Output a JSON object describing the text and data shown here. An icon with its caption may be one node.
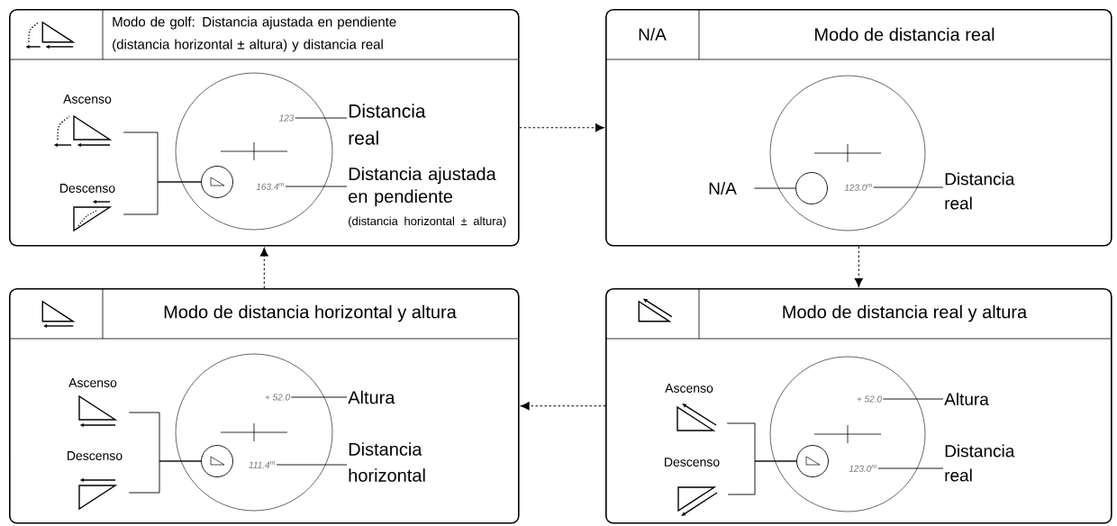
{
  "diagram": {
    "nodes": [
      {
        "text": [
          "Modo de golf: Distancia ajustada en pendiente (distancia horizontal ± altura) y distancia real"
        ]
      },
      {
        "text": [],
        "shape": "picture",
        "beside": [
          "Ascenso"
        ],
        "in": 0
      },
      {
        "text": [],
        "shape": "picture",
        "beside": [
          "Descenso"
        ],
        "in": 0
      },
      {
        "text": [],
        "shape": "circle",
        "in": 0
      },
      {
        "text": [
          "123"
        ],
        "in": 0
      },
      {
        "text": [
          "163.4$^{m}$"
        ],
        "in": 0
      },
      {
        "text": [
          "Distancia real"
        ],
        "in": 0
      },
      {
        "text": [
          "Distancia ajustada en pendiente",
          "(distancia horizontal ± altura)"
        ],
        "in": 0
      },
      {
        "text": [
          "N/A",
          "Modo de distancia real"
        ]
      },
      {
        "text": [
          "N/A"
        ],
        "in": 8
      },
      {
        "text": [],
        "shape": "circle",
        "in": 8
      },
      {
        "text": [
          "123.0$^{m}$"
        ],
        "in": 8
      },
      {
        "text": [
          "Distancia real"
        ],
        "in": 8
      },
      {
        "text": [
          "Modo de distancia horizontal y altura"
        ]
      },
      {
        "text": [],
        "shape": "picture",
        "beside": [
          "Ascenso"
        ],
        "in": 13
      },
      {
        "text": [],
        "shape": "picture",
        "beside": [
          "Descenso"
        ],
        "in": 13
      },
      {
        "text": [],
        "shape": "circle",
        "in": 13
      },
      {
        "text": [
          "+ 52.0"
        ],
        "in": 13
      },
      {
        "text": [
          "111.4$^{m}$"
        ],
        "in": 13
      },
      {
        "text": [
          "Altura"
        ],
        "in": 13
      },
      {
        "text": [
          "Distancia horizontal"
        ],
        "in": 13
      },
      {
        "text": [
          "Modo de distancia real y altura"
        ]
      },
      {
        "text": [],
        "shape": "picture",
        "beside": [
          "Ascenso"
        ],
        "in": 21
      },
      {
        "text": [],
        "shape": "picture",
        "beside": [
          "Descenso"
        ],
        "in": 21
      },
      {
        "text": [],
        "shape": "circle",
        "in": 21
      },
      {
        "text": [
          "+ 52.0"
        ],
        "in": 21
      },
      {
        "text": [
          "123.0$^{m}$"
        ],
        "in": 21
      },
      {
        "text": [
          "Altura"
        ],
        "in": 21
      },
      {
        "text": [
          "Distancia real"
        ],
        "in": 21
      }
    ],
    "edges": [
      {
        "from": 0,
        "to": 8,
        "arrow": "to",
        "style": "dashed"
      },
      {
        "from": 8,
        "to": 21,
        "arrow": "to",
        "style": "dashed"
      },
      {
        "from": 21,
        "to": 13,
        "arrow": "to",
        "style": "dashed"
      },
      {
        "from": 13,
        "to": 0,
        "arrow": "to",
        "style": "dashed"
      },
      {
        "from": 1,
        "to": 3,
        "arrow": "none"
      },
      {
        "from": 2,
        "to": 3,
        "arrow": "none"
      },
      {
        "from": 4,
        "to": 6,
        "arrow": "none"
      },
      {
        "from": 5,
        "to": 7,
        "arrow": "none"
      },
      {
        "from": 9,
        "to": 10,
        "arrow": "none"
      },
      {
        "from": 11,
        "to": 12,
        "arrow": "none"
      },
      {
        "from": 14,
        "to": 16,
        "arrow": "none"
      },
      {
        "from": 15,
        "to": 16,
        "arrow": "none"
      },
      {
        "from": 17,
        "to": 19,
        "arrow": "none"
      },
      {
        "from": 18,
        "to": 20,
        "arrow": "none"
      },
      {
        "from": 22,
        "to": 24,
        "arrow": "none"
      },
      {
        "from": 23,
        "to": 24,
        "arrow": "none"
      },
      {
        "from": 25,
        "to": 27,
        "arrow": "none"
      },
      {
        "from": 26,
        "to": 28,
        "arrow": "none"
      }
    ]
  }
}
